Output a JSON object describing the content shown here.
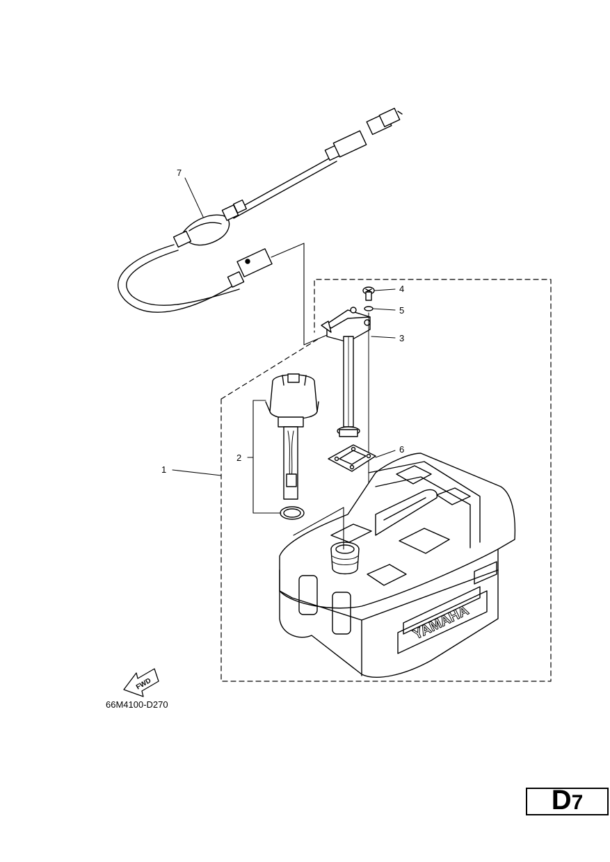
{
  "callouts": [
    "1",
    "2",
    "3",
    "4",
    "5",
    "6",
    "7"
  ],
  "tank_brand": "YAMAHA",
  "fwd_label": "FWD",
  "diagram_code": "66M4100-D270",
  "page_id": {
    "letter": "D",
    "number": "7"
  }
}
